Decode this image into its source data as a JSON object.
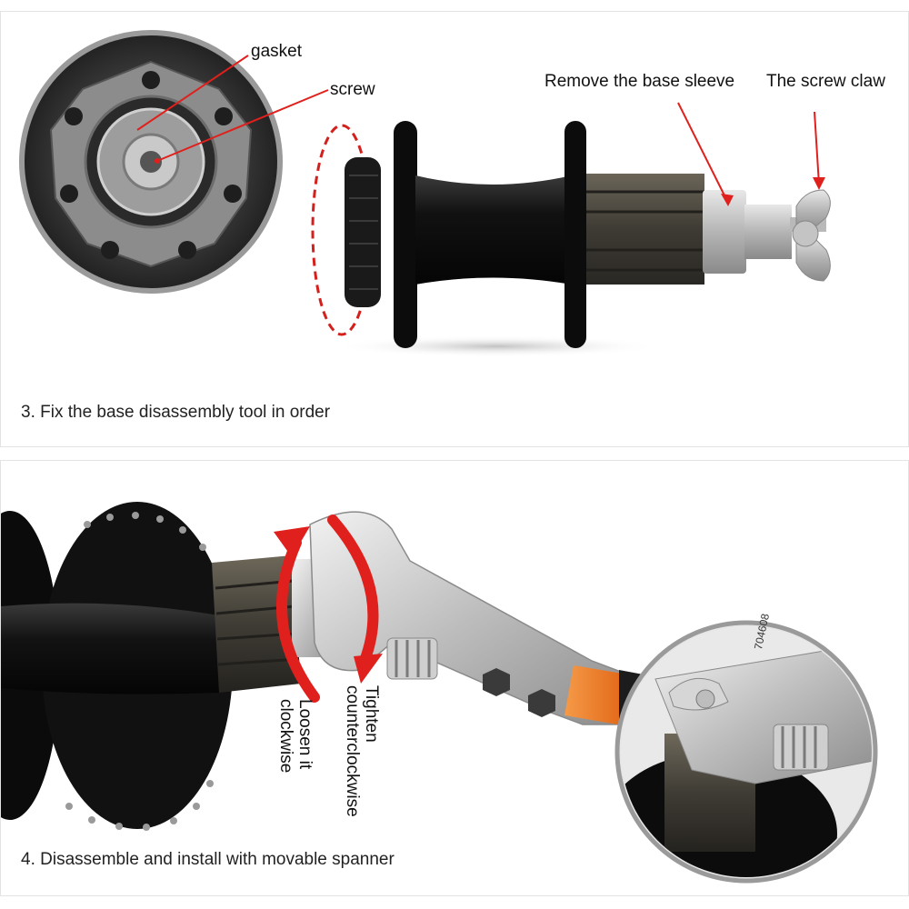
{
  "colors": {
    "annotation_red": "#e0201c",
    "hub_black": "#111111",
    "metal_silver": "#c8c8c8",
    "spanner_orange": "#f07a24"
  },
  "step3": {
    "caption": "3. Fix the base disassembly tool in order",
    "labels": {
      "gasket": "gasket",
      "screw": "screw",
      "remove_sleeve": "Remove the base sleeve",
      "screw_claw": "The screw claw"
    }
  },
  "step4": {
    "caption": "4. Disassemble and install with movable spanner",
    "loosen": [
      "Loosen it",
      "clockwise"
    ],
    "tighten": [
      "Tighten",
      "counterclockwise"
    ],
    "spanner_scale": "704608"
  }
}
